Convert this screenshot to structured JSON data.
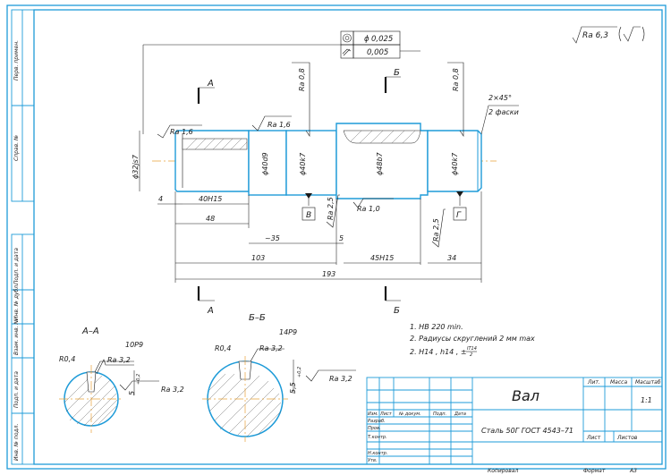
{
  "roughness": {
    "general": "Ra 6,3",
    "left_neck": "Ra 1,6",
    "shoulder": "Ra 1,6",
    "journal_left": "Ra 0,8",
    "journal_right": "Ra 0,8",
    "key_face": "Ra 2,5",
    "groove": "Ra 1,0",
    "right_face": "Ra 2,5",
    "keyway_aa": "Ra 3,2",
    "keyway_aa_side": "Ra 3,2",
    "keyway_bb": "Ra 3,2",
    "keyway_bb_side": "Ra 3,2"
  },
  "tolerance": {
    "circular_runout": "0,025",
    "flatness": "0,005",
    "phi_sym": "ϕ"
  },
  "diameters": {
    "d1": "ϕ32js7",
    "d2": "ϕ40d9",
    "d3": "ϕ40k7",
    "d4": "ϕ48b7",
    "d5": "ϕ40k7"
  },
  "lengths": {
    "l4": "4",
    "l40": "40H15",
    "l48": "48",
    "l35": "~35",
    "l5": "5",
    "l103": "103",
    "l45": "45H15",
    "l34": "34",
    "l193": "193"
  },
  "chamfer": {
    "size": "2×45°",
    "count": "2 фаски"
  },
  "bases": {
    "v": "В",
    "g": "Г"
  },
  "sections": {
    "a": "А",
    "b": "Б",
    "aa_title": "А–А",
    "bb_title": "Б–Б"
  },
  "section_aa": {
    "key": "10P9",
    "radius": "R0,4",
    "depth": "5",
    "depth_tol": "+0,2"
  },
  "section_bb": {
    "key": "14P9",
    "radius": "R0,4",
    "depth": "5,5",
    "depth_tol": "+0,2"
  },
  "notes": [
    "1. HB 220 min.",
    "2. Радиусы скруглений 2 мм max",
    "2. H14 , h14 , ±"
  ],
  "note_fraction": {
    "num": "IT14",
    "den": "2"
  },
  "side_stamps": [
    "Перв. примен.",
    "Справ. №",
    "Подп. и дата",
    "Инв. № дубл.",
    "Взам. инв. №",
    "Подп. и дата",
    "Инв. № подл."
  ],
  "title_block": {
    "name": "Вал",
    "material": "Сталь 50Г ГОСТ 4543–71",
    "lit": "Лит.",
    "mass": "Масса",
    "scale": "Масштаб",
    "scale_value": "1:1",
    "sheet": "Лист",
    "sheets": "Листов",
    "rows": [
      "Изм.",
      "Лист",
      "№ докум.",
      "Подп.",
      "Дата"
    ],
    "roles": [
      "Разраб.",
      "Пров.",
      "Т.контр.",
      "Н.контр.",
      "Утв."
    ],
    "copied": "Копировал",
    "format": "Формат",
    "format_value": "А3"
  },
  "colors": {
    "frame": "#1e9bd8",
    "axis": "#e8a23a"
  }
}
